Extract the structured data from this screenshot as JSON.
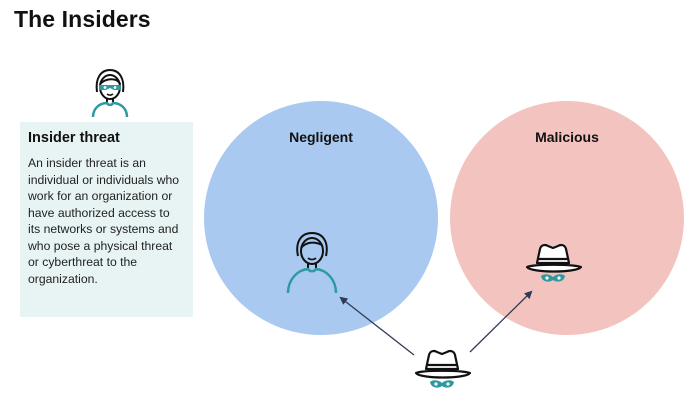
{
  "page": {
    "title": "The Insiders"
  },
  "insider_card": {
    "title": "Insider threat",
    "body": "An insider threat is an individual or individuals who work for an organization or have authorized access to its networks or systems and who pose a physical threat or cyberthreat to the organization."
  },
  "circles": {
    "negligent": {
      "label": "Negligent",
      "fill": "#a9c9f0"
    },
    "malicious": {
      "label": "Malicious",
      "fill": "#f3c3c0"
    }
  },
  "icons": {
    "insider": "masked-person-icon",
    "negligent": "person-icon",
    "malicious": "hat-mask-icon",
    "bottom": "hat-mask-icon"
  },
  "colors": {
    "teal_accent": "#2e9aa0",
    "arrow": "#2f3a55",
    "card_bg": "#e8f3f3"
  }
}
